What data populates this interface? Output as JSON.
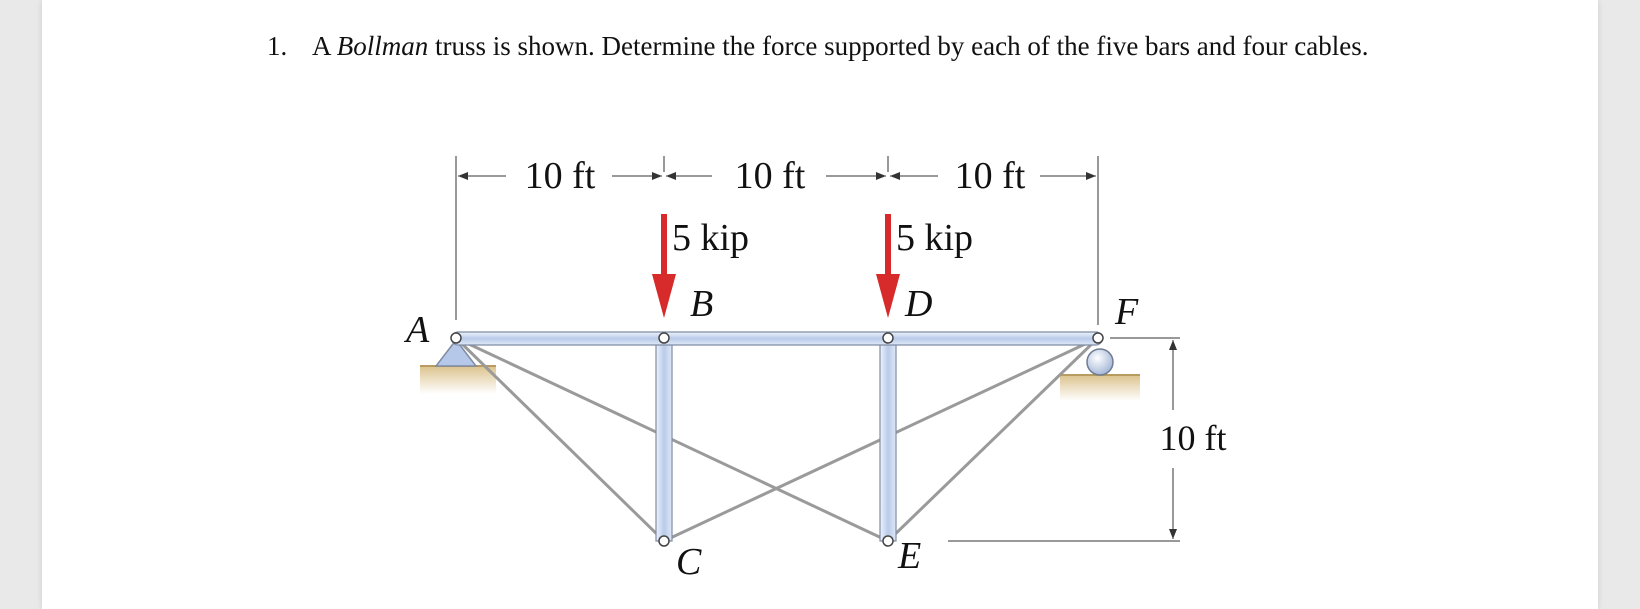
{
  "problem": {
    "number": "1.",
    "text_before": "A ",
    "text_italic": "Bollman",
    "text_after": " truss is shown. Determine the force supported by each of the five bars and four cables."
  },
  "figure": {
    "dims": {
      "span1": "10 ft",
      "span2": "10 ft",
      "span3": "10 ft",
      "height": "10 ft"
    },
    "loads": [
      {
        "label": "5 kip",
        "at": "B"
      },
      {
        "label": "5 kip",
        "at": "D"
      }
    ],
    "nodes": [
      "A",
      "B",
      "D",
      "F",
      "C",
      "E"
    ],
    "colors": {
      "load_arrow": "#d72a2a",
      "member": "#c9d7ef",
      "member_edge": "#7f8ca3",
      "cable": "#9a9a9a",
      "ground": "#e8cf9a"
    }
  }
}
